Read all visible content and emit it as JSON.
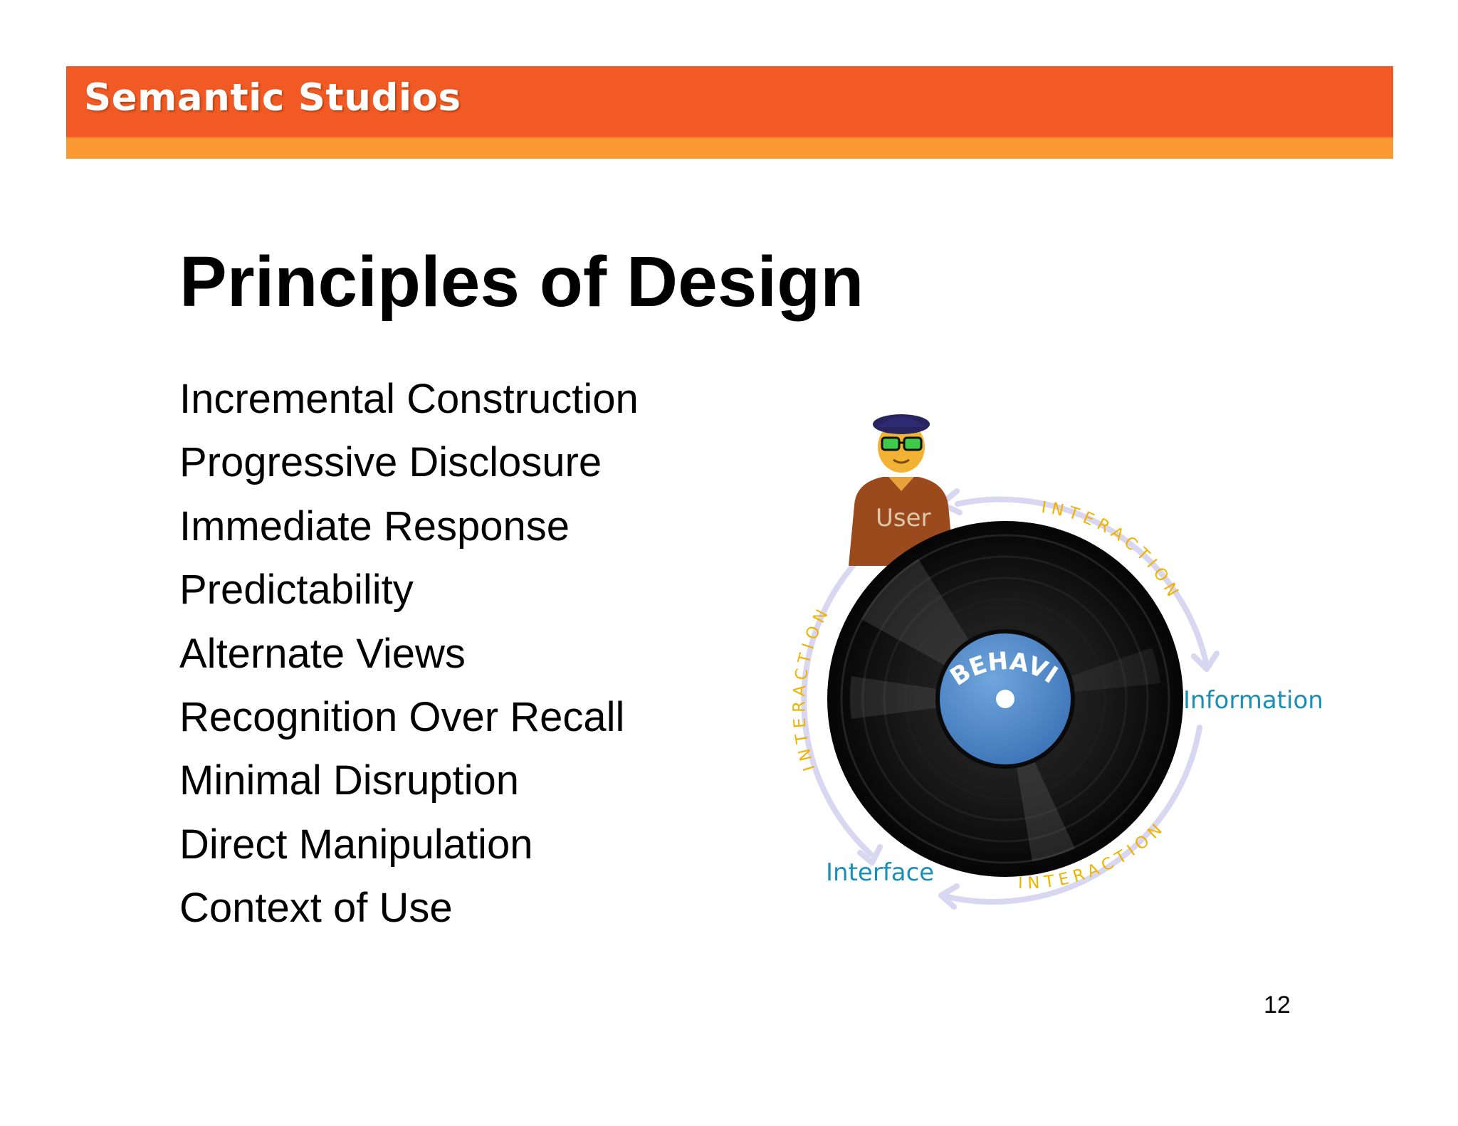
{
  "header": {
    "brand": "Semantic Studios",
    "colors": {
      "primary": "#f15a24",
      "secondary": "#fb9a32"
    }
  },
  "slide": {
    "title": "Principles of Design",
    "principles": [
      "Incremental Construction",
      "Progressive Disclosure",
      "Immediate Response",
      "Predictability",
      "Alternate Views",
      "Recognition Over Recall",
      "Minimal Disruption",
      "Direct Manipulation",
      "Context of Use"
    ],
    "page_number": "12"
  },
  "diagram": {
    "center_label": "BEHAVIOR",
    "nodes": {
      "user": "User",
      "information": "Information",
      "interface": "Interface"
    },
    "cycle_label": "INTERACTION",
    "colors": {
      "node_text": "#1b8fb5",
      "cycle_text": "#f0b400",
      "arrows": "#d9d6f2",
      "record": "#111111",
      "label_disc": "#4a86c6"
    },
    "icons": [
      "user-avatar-icon",
      "vinyl-record-icon"
    ]
  }
}
